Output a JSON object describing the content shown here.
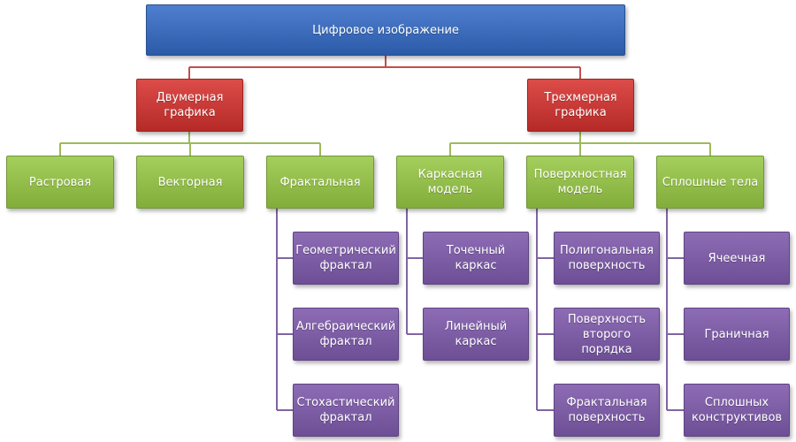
{
  "colors": {
    "root": "#3366b8",
    "level1": "#c8302d",
    "level2": "#93bd4a",
    "level3": "#7b5ba6",
    "line_top": "#c0504d",
    "line_green": "#9bbb59",
    "line_purple": "#8064a2"
  },
  "root": {
    "label": "Цифровое изображение"
  },
  "branches": {
    "two_d": {
      "label": "Двумерная\nграфика",
      "children": {
        "raster": {
          "label": "Растровая"
        },
        "vector": {
          "label": "Векторная"
        },
        "fractal": {
          "label": "Фрактальная",
          "items": [
            "Геометрический\nфрактал",
            "Алгебраический\nфрактал",
            "Стохастический\nфрактал"
          ]
        }
      }
    },
    "three_d": {
      "label": "Трехмерная\nграфика",
      "children": {
        "wireframe": {
          "label": "Каркасная\nмодель",
          "items": [
            "Точечный\nкаркас",
            "Линейный\nкаркас"
          ]
        },
        "surface": {
          "label": "Поверхностная\nмодель",
          "items": [
            "Полигональная\nповерхность",
            "Поверхность\nвторого\nпорядка",
            "Фрактальная\nповерхность"
          ]
        },
        "solid": {
          "label": "Сплошные тела",
          "items": [
            "Ячеечная",
            "Граничная",
            "Сплошных\nконструктивов"
          ]
        }
      }
    }
  }
}
